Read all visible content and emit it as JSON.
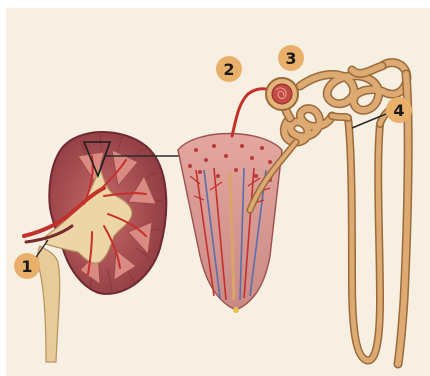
{
  "callouts": [
    {
      "id": "1",
      "label": "1"
    },
    {
      "id": "2",
      "label": "2"
    },
    {
      "id": "3",
      "label": "3"
    },
    {
      "id": "4",
      "label": "4"
    }
  ],
  "colors": {
    "background": "#f6efe2",
    "badge": "#e8b06a",
    "kidney_cortex": "#b8585c",
    "pyramid": "#d98a82",
    "pelvis": "#ecd6a8",
    "artery": "#c4302b",
    "vein": "#5a6fa8",
    "tubule": "#d9a56a",
    "tubule_outline": "#9a6a3a",
    "leader_line": "#2a2a2a"
  },
  "icons": {
    "kidney": "kidney-cross-section-icon",
    "renal_pyramid": "renal-pyramid-icon",
    "nephron": "nephron-icon"
  }
}
